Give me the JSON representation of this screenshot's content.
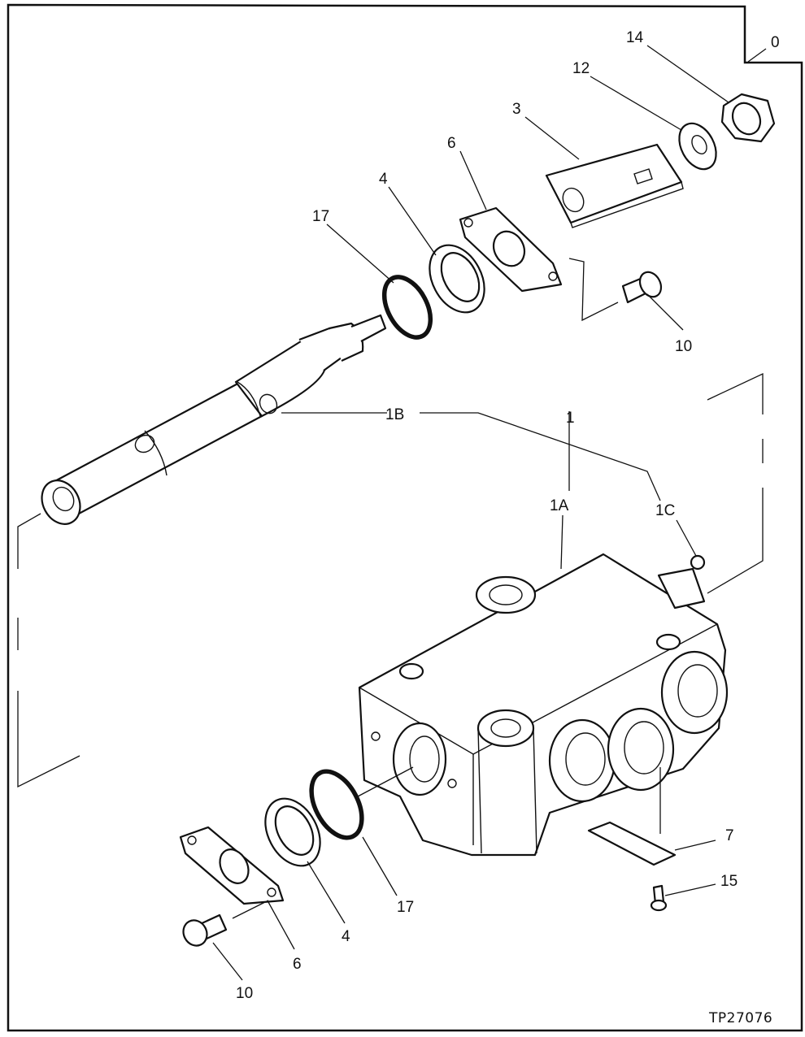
{
  "figure": {
    "reference": "TP27076",
    "labels": {
      "item_0": "0",
      "item_14": "14",
      "item_12": "12",
      "item_3": "3",
      "item_6_top": "6",
      "item_4_top": "4",
      "item_17_top": "17",
      "item_10_top": "10",
      "item_1": "1",
      "item_1B": "1B",
      "item_1A": "1A",
      "item_1C": "1C",
      "item_7": "7",
      "item_15": "15",
      "item_17_bottom": "17",
      "item_4_bottom": "4",
      "item_6_bottom": "6",
      "item_10_bottom": "10"
    }
  }
}
